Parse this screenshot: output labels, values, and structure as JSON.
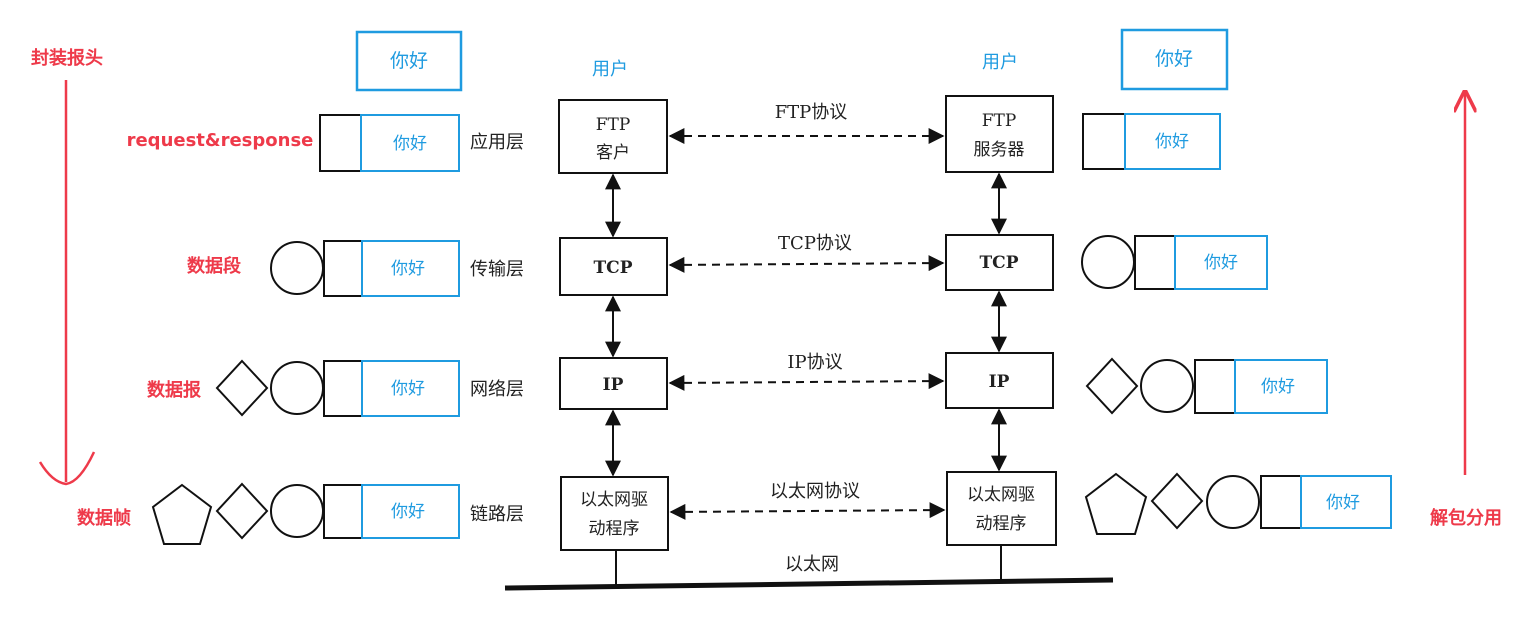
{
  "colors": {
    "annotation": "#ee3a4a",
    "payload": "#1f9be0",
    "line": "#111111"
  },
  "left_annotations": {
    "encapsulate": "封装报头",
    "app_unit": "request&response",
    "transport_unit": "数据段",
    "network_unit": "数据报",
    "link_unit": "数据帧"
  },
  "right_annotations": {
    "decapsulate": "解包分用"
  },
  "payload_text": "你好",
  "user_label": "用户",
  "layers": {
    "application": "应用层",
    "transport": "传输层",
    "network": "网络层",
    "link": "链路层"
  },
  "client_stack": {
    "app_line1": "FTP",
    "app_line2": "客户",
    "transport": "TCP",
    "network": "IP",
    "link_line1": "以太网驱",
    "link_line2": "动程序"
  },
  "server_stack": {
    "app_line1": "FTP",
    "app_line2": "服务器",
    "transport": "TCP",
    "network": "IP",
    "link_line1": "以太网驱",
    "link_line2": "动程序"
  },
  "protocols": {
    "application": "FTP协议",
    "transport": "TCP协议",
    "network": "IP协议",
    "link": "以太网协议"
  },
  "medium": "以太网",
  "header_shapes": [
    "square",
    "circle",
    "diamond",
    "pentagon"
  ]
}
